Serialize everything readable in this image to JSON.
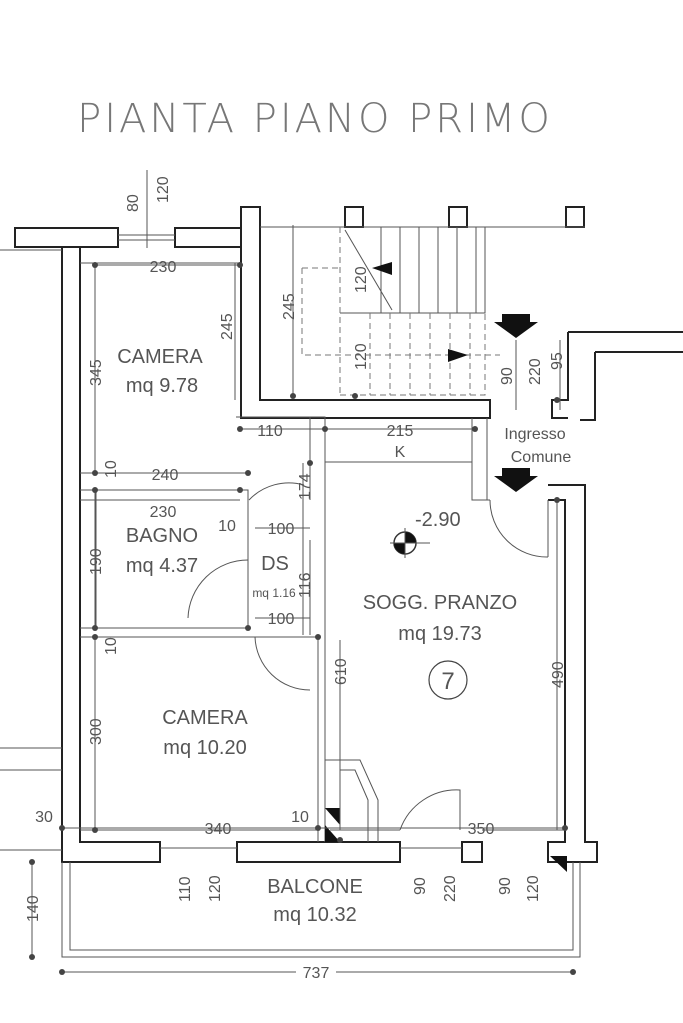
{
  "title": "PIANTA PIANO PRIMO",
  "rooms": {
    "camera1_name": "CAMERA",
    "camera1_area": "mq 9.78",
    "bagno_name": "BAGNO",
    "bagno_area": "mq 4.37",
    "ds_name": "DS",
    "ds_area": "mq 1.16",
    "camera2_name": "CAMERA",
    "camera2_area": "mq 10.20",
    "soggiorno_name": "SOGG. PRANZO",
    "soggiorno_area": "mq 19.73",
    "balcone_name": "BALCONE",
    "balcone_area": "mq 10.32",
    "kitchen_label": "K",
    "entrance_line1": "Ingresso",
    "entrance_line2": "Comune"
  },
  "level": "-2.90",
  "unit_number": "7",
  "dims": {
    "d80": "80",
    "d120_top": "120",
    "d230_a": "230",
    "d245_a": "245",
    "d345": "345",
    "d245_stair": "245",
    "d120_stair_a": "120",
    "d120_stair_b": "120",
    "d90_right": "90",
    "d220_right": "220",
    "d95_right": "95",
    "d110": "110",
    "d215": "215",
    "d10_a": "10",
    "d240": "240",
    "d230_b": "230",
    "d10_b": "10",
    "d100_a": "100",
    "d174": "174",
    "d190": "190",
    "d116": "116",
    "d100_b": "100",
    "d10_c": "10",
    "d610": "610",
    "d490": "490",
    "d300": "300",
    "d30": "30",
    "d340": "340",
    "d10_d": "10",
    "d350": "350",
    "d140": "140",
    "d110_b": "110",
    "d120_b": "120",
    "d90_b": "90",
    "d220_b": "220",
    "d90_c": "90",
    "d120_c": "120",
    "d737": "737"
  }
}
